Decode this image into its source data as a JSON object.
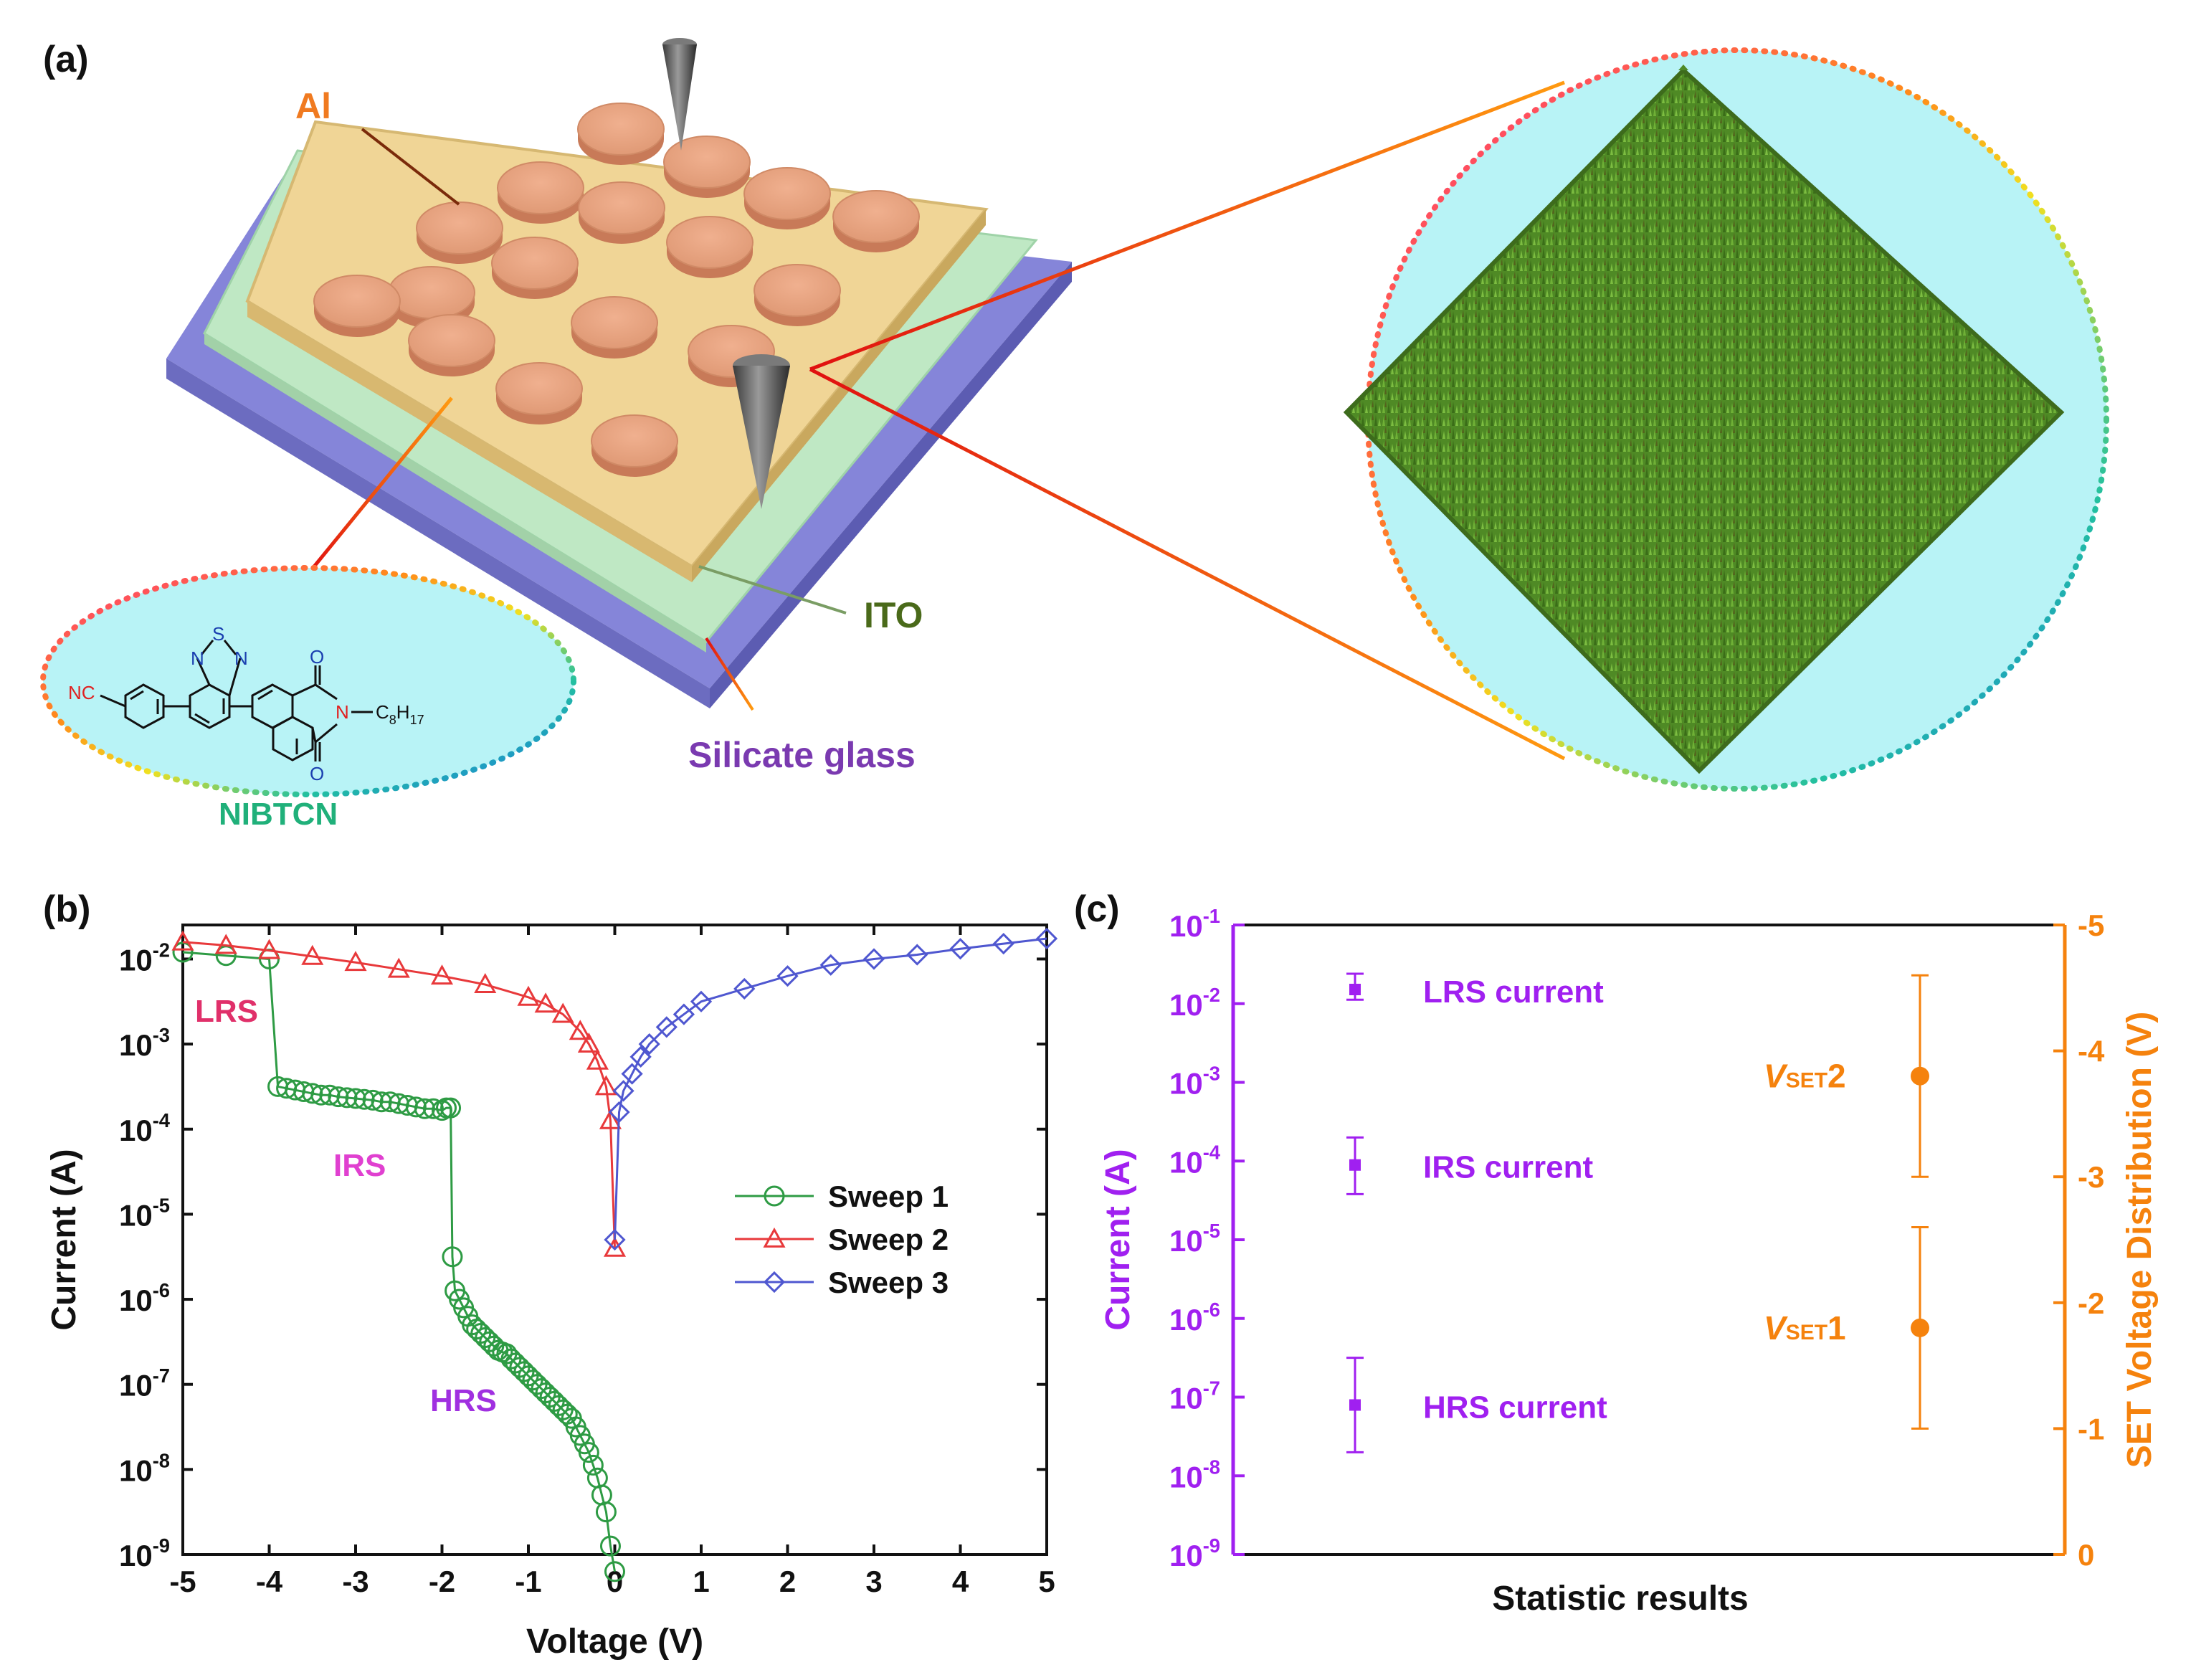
{
  "panel_a": {
    "label": "(a)",
    "layers": {
      "al": "Al",
      "ito": "ITO",
      "glass": "Silicate glass"
    },
    "molecule": {
      "name": "NIBTCN",
      "atoms": {
        "s": "S",
        "n1": "N",
        "n2": "N",
        "n_imide": "N",
        "o1": "O",
        "o2": "O",
        "cyano": "NC",
        "alkyl_c": "C",
        "alkyl_c_sub": "8",
        "alkyl_h": "H",
        "alkyl_h_sub": "17"
      }
    },
    "colors": {
      "al_film": "#f0d596",
      "electrode": "#e9a07a",
      "ito": "#bfe8c4",
      "glass": "#8585d9",
      "afm_bg": "#b8f3f6",
      "afm_surface": "#4f8a25"
    }
  },
  "chart_data": [
    {
      "panel": "(b)",
      "type": "scatter",
      "xlabel": "Voltage (V)",
      "ylabel": "Current (A)",
      "xlim": [
        -5,
        5
      ],
      "ylim_log10": [
        -9,
        -1.6
      ],
      "y_scale": "log",
      "x_ticks": [
        "-5",
        "-4",
        "-3",
        "-2",
        "-1",
        "0",
        "1",
        "2",
        "3",
        "4",
        "5"
      ],
      "y_ticks": [
        {
          "base": "10",
          "exp": "-2"
        },
        {
          "base": "10",
          "exp": "-3"
        },
        {
          "base": "10",
          "exp": "-4"
        },
        {
          "base": "10",
          "exp": "-5"
        },
        {
          "base": "10",
          "exp": "-6"
        },
        {
          "base": "10",
          "exp": "-7"
        },
        {
          "base": "10",
          "exp": "-8"
        },
        {
          "base": "10",
          "exp": "-9"
        }
      ],
      "legend_position": "middle-right",
      "series": [
        {
          "name": "Sweep 1",
          "color": "#2e9b44",
          "marker": "circle",
          "x": [
            -5.0,
            -4.5,
            -4.0,
            -3.9,
            -3.8,
            -3.7,
            -3.6,
            -3.5,
            -3.4,
            -3.3,
            -3.2,
            -3.1,
            -3.0,
            -2.9,
            -2.8,
            -2.7,
            -2.6,
            -2.5,
            -2.4,
            -2.3,
            -2.2,
            -2.1,
            -2.0,
            -1.95,
            -1.9,
            -1.88,
            -1.85,
            -1.8,
            -1.75,
            -1.7,
            -1.65,
            -1.6,
            -1.55,
            -1.5,
            -1.45,
            -1.4,
            -1.35,
            -1.3,
            -1.25,
            -1.2,
            -1.15,
            -1.1,
            -1.05,
            -1.0,
            -0.95,
            -0.9,
            -0.85,
            -0.8,
            -0.75,
            -0.7,
            -0.65,
            -0.6,
            -0.55,
            -0.5,
            -0.45,
            -0.4,
            -0.35,
            -0.3,
            -0.25,
            -0.2,
            -0.15,
            -0.1,
            -0.05,
            0.0
          ],
          "y_log10": [
            -1.92,
            -1.96,
            -2.0,
            -3.5,
            -3.52,
            -3.54,
            -3.56,
            -3.58,
            -3.6,
            -3.6,
            -3.62,
            -3.63,
            -3.64,
            -3.65,
            -3.66,
            -3.68,
            -3.68,
            -3.7,
            -3.72,
            -3.74,
            -3.76,
            -3.76,
            -3.78,
            -3.75,
            -3.75,
            -5.5,
            -5.9,
            -6.0,
            -6.1,
            -6.2,
            -6.3,
            -6.35,
            -6.4,
            -6.45,
            -6.5,
            -6.55,
            -6.6,
            -6.62,
            -6.64,
            -6.7,
            -6.75,
            -6.8,
            -6.85,
            -6.9,
            -6.95,
            -7.0,
            -7.05,
            -7.1,
            -7.15,
            -7.2,
            -7.25,
            -7.3,
            -7.35,
            -7.4,
            -7.5,
            -7.6,
            -7.7,
            -7.8,
            -7.95,
            -8.1,
            -8.3,
            -8.5,
            -8.9,
            -9.2
          ]
        },
        {
          "name": "Sweep 2",
          "color": "#e8393b",
          "marker": "triangle",
          "x": [
            -5.0,
            -4.5,
            -4.0,
            -3.5,
            -3.0,
            -2.5,
            -2.0,
            -1.5,
            -1.0,
            -0.8,
            -0.6,
            -0.4,
            -0.3,
            -0.2,
            -0.1,
            -0.05,
            0.0
          ],
          "y_log10": [
            -1.8,
            -1.84,
            -1.9,
            -1.97,
            -2.04,
            -2.12,
            -2.2,
            -2.3,
            -2.45,
            -2.53,
            -2.65,
            -2.85,
            -3.0,
            -3.2,
            -3.5,
            -3.9,
            -5.4
          ]
        },
        {
          "name": "Sweep 3",
          "color": "#4f57d0",
          "marker": "diamond",
          "x": [
            0.0,
            0.05,
            0.1,
            0.2,
            0.3,
            0.4,
            0.6,
            0.8,
            1.0,
            1.5,
            2.0,
            2.5,
            3.0,
            3.5,
            4.0,
            4.5,
            5.0
          ],
          "y_log10": [
            -5.3,
            -3.8,
            -3.55,
            -3.35,
            -3.15,
            -3.0,
            -2.8,
            -2.65,
            -2.5,
            -2.35,
            -2.2,
            -2.07,
            -2.0,
            -1.95,
            -1.88,
            -1.82,
            -1.76
          ]
        }
      ],
      "annotations": {
        "lrs": "LRS",
        "irs": "IRS",
        "hrs": "HRS"
      }
    },
    {
      "panel": "(c)",
      "type": "scatter",
      "xlabel": "Statistic results",
      "ylabel_left": "Current (A)",
      "ylabel_right": "SET Voltage Distribution (V)",
      "y_left_scale": "log",
      "ylim_left_log10": [
        -9,
        -1
      ],
      "ylim_right": [
        0,
        -5
      ],
      "y_left_ticks": [
        {
          "base": "10",
          "exp": "-1"
        },
        {
          "base": "10",
          "exp": "-2"
        },
        {
          "base": "10",
          "exp": "-3"
        },
        {
          "base": "10",
          "exp": "-4"
        },
        {
          "base": "10",
          "exp": "-5"
        },
        {
          "base": "10",
          "exp": "-6"
        },
        {
          "base": "10",
          "exp": "-7"
        },
        {
          "base": "10",
          "exp": "-8"
        },
        {
          "base": "10",
          "exp": "-9"
        }
      ],
      "y_right_ticks": [
        "-5",
        "-4",
        "-3",
        "-2",
        "-1",
        "0"
      ],
      "current_points": [
        {
          "label": "LRS current",
          "y_log10": -1.82,
          "err_low_log10": -1.95,
          "err_high_log10": -1.62
        },
        {
          "label": "IRS current",
          "y_log10": -4.05,
          "err_low_log10": -4.42,
          "err_high_log10": -3.7
        },
        {
          "label": "HRS current",
          "y_log10": -7.1,
          "err_low_log10": -7.7,
          "err_high_log10": -6.5
        }
      ],
      "voltage_points": [
        {
          "label_v": "V",
          "label_sub": "SET",
          "label_num": "2",
          "value": -3.8,
          "err_min": -3.0,
          "err_max": -4.6
        },
        {
          "label_v": "V",
          "label_sub": "SET",
          "label_num": "1",
          "value": -1.8,
          "err_min": -1.0,
          "err_max": -2.6
        }
      ],
      "colors": {
        "current": "#a020f0",
        "voltage": "#f5820d"
      }
    }
  ]
}
